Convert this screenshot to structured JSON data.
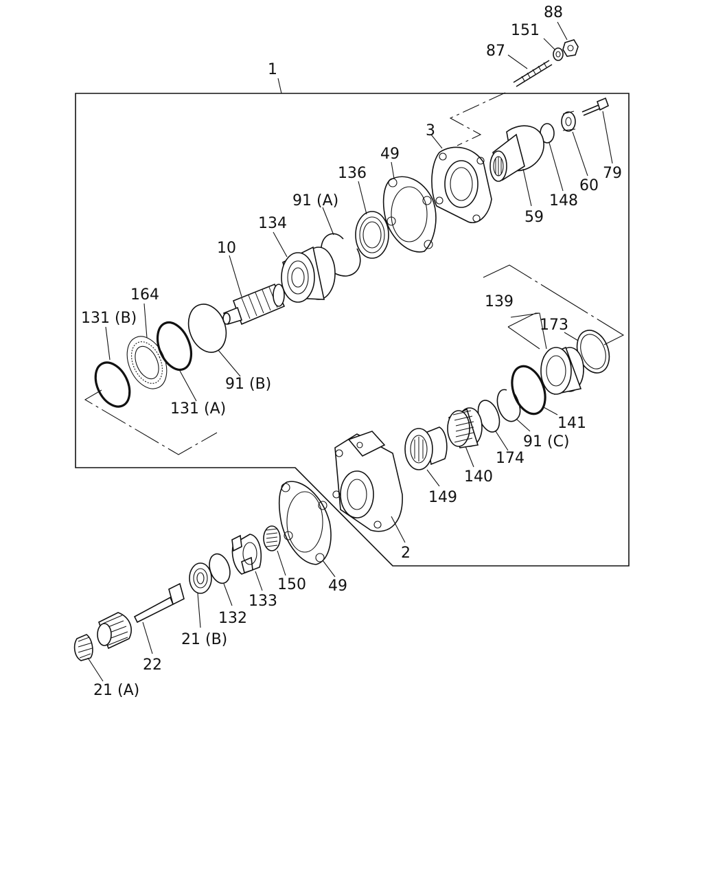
{
  "labels": {
    "l1": "1",
    "l2": "2",
    "l3": "3",
    "l10": "10",
    "l21a": "21 (A)",
    "l21b": "21 (B)",
    "l22": "22",
    "l49a": "49",
    "l49b": "49",
    "l59": "59",
    "l60": "60",
    "l79": "79",
    "l87": "87",
    "l88": "88",
    "l91a": "91 (A)",
    "l91b": "91 (B)",
    "l91c": "91 (C)",
    "l131a": "131 (A)",
    "l131b": "131 (B)",
    "l132": "132",
    "l133": "133",
    "l134": "134",
    "l136": "136",
    "l139": "139",
    "l140": "140",
    "l141": "141",
    "l148": "148",
    "l149": "149",
    "l150": "150",
    "l151": "151",
    "l164": "164",
    "l173": "173",
    "l174": "174"
  }
}
